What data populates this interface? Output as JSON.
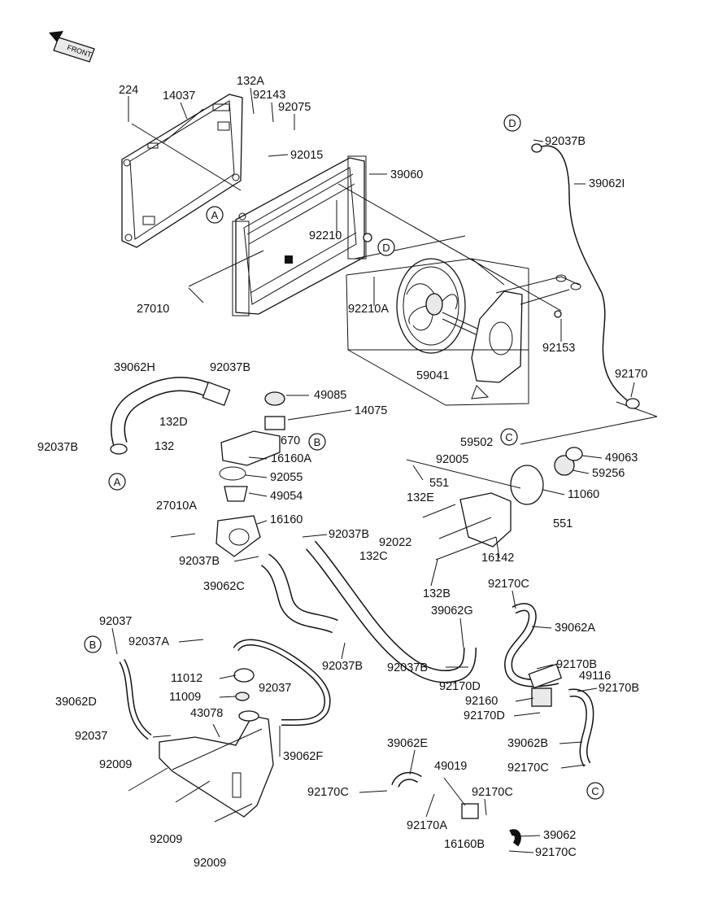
{
  "labels": {
    "p224": "224",
    "p14037": "14037",
    "p132A": "132A",
    "p92143": "92143",
    "p92075": "92075",
    "p92015": "92015",
    "p39060": "39060",
    "p92210": "92210",
    "p27010": "27010",
    "p92210A": "92210A",
    "p92153": "92153",
    "p59041": "59041",
    "p59502": "59502",
    "p92037B_top": "92037B",
    "p39062I": "39062I",
    "p92170_top": "92170",
    "p39062H": "39062H",
    "p92037B_a": "92037B",
    "p49085": "49085",
    "p14075": "14075",
    "p132D": "132D",
    "p132": "132",
    "p16160A": "16160A",
    "p670": "670",
    "p92037B_left": "92037B",
    "p92055": "92055",
    "p49054": "49054",
    "p27010A": "27010A",
    "p16160": "16160",
    "p92037B_b": "92037B",
    "p92037B_c": "92037B",
    "p39062C": "39062C",
    "p92005": "92005",
    "p49063": "49063",
    "p59256": "59256",
    "p551a": "551",
    "p11060": "11060",
    "p132E": "132E",
    "p551b": "551",
    "p92022": "92022",
    "p132C": "132C",
    "p16142": "16142",
    "p132B": "132B",
    "p92170C_a": "92170C",
    "p39062G": "39062G",
    "p39062A": "39062A",
    "p92037": "92037",
    "p92037A": "92037A",
    "p92037B_d": "92037B",
    "p92037B_e": "92037B",
    "p92170B_a": "92170B",
    "p49116": "49116",
    "p92170D_a": "92170D",
    "p92170B_b": "92170B",
    "p92160": "92160",
    "p92170D_b": "92170D",
    "p11012": "11012",
    "p11009": "11009",
    "p92037_b": "92037",
    "p39062D": "39062D",
    "p43078": "43078",
    "p92037_c": "92037",
    "p39062F": "39062F",
    "p92009_a": "92009",
    "p39062E": "39062E",
    "p49019": "49019",
    "p92170C_b": "92170C",
    "p92170C_c": "92170C",
    "p39062B": "39062B",
    "p92170C_d": "92170C",
    "p92170A": "92170A",
    "p16160B": "16160B",
    "p92009_b": "92009",
    "p92009_c": "92009",
    "p39062": "39062",
    "p92170C_e": "92170C"
  },
  "callouts": {
    "A1": "A",
    "A2": "A",
    "B1": "B",
    "B2": "B",
    "C1": "C",
    "C2": "C",
    "D1": "D",
    "D2": "D"
  },
  "front_icon_text": "FRONT",
  "colors": {
    "ink": "#111111",
    "paper": "#ffffff"
  }
}
